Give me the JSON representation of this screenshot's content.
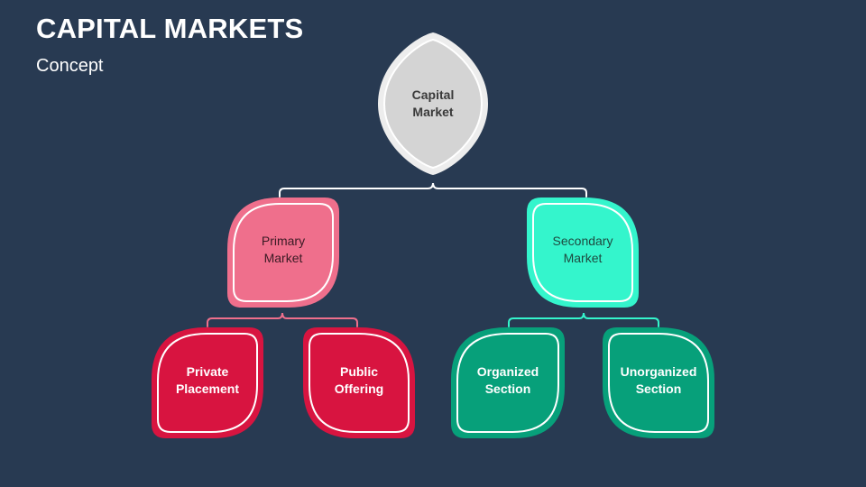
{
  "slide": {
    "title": "CAPITAL MARKETS",
    "subtitle": "Concept"
  },
  "colors": {
    "background": "#283a52",
    "root": "#d4d4d4",
    "primary": "#ef6f8c",
    "secondary": "#34f5cc",
    "primary_children": "#d81440",
    "secondary_children": "#07a07a",
    "connector": "#ffffff"
  },
  "nodes": {
    "root": {
      "label": "Capital\nMarket"
    },
    "primary": {
      "label": "Primary\nMarket"
    },
    "secondary": {
      "label": "Secondary\nMarket"
    },
    "private_placement": {
      "label": "Private\nPlacement"
    },
    "public_offering": {
      "label": "Public\nOffering"
    },
    "organized_section": {
      "label": "Organized\nSection"
    },
    "unorganized_section": {
      "label": "Unorganized\nSection"
    }
  }
}
